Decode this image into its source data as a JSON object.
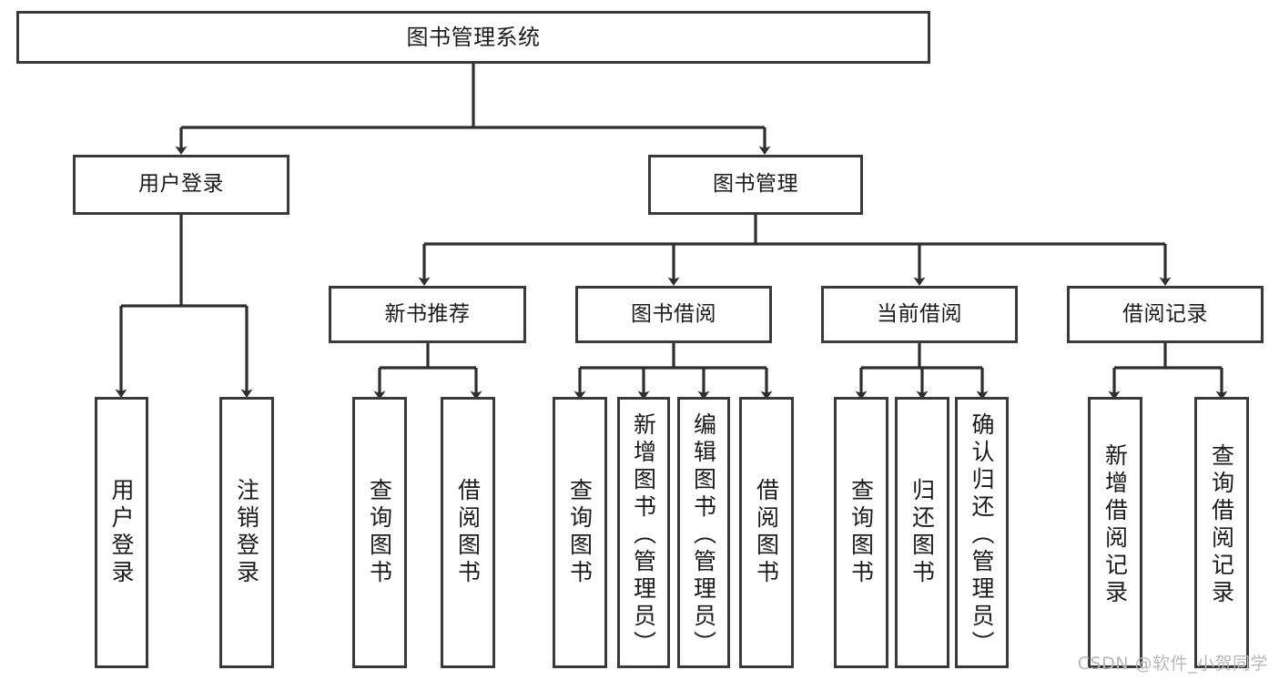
{
  "diagram": {
    "type": "tree-hierarchy",
    "title": "图书管理系统",
    "watermark": "CSDN @软件_小贺同学",
    "colors": {
      "stroke": "#3a3a3a",
      "fill": "#ffffff",
      "text": "#1b1b1b",
      "watermark": "#b8b8b8"
    },
    "levels": {
      "root": {
        "label": "图书管理系统"
      },
      "level2": [
        {
          "label": "用户登录"
        },
        {
          "label": "图书管理"
        }
      ],
      "level3": [
        {
          "label": "新书推荐"
        },
        {
          "label": "图书借阅"
        },
        {
          "label": "当前借阅"
        },
        {
          "label": "借阅记录"
        }
      ]
    },
    "leaves": {
      "user_login": [
        {
          "label": "用户登录"
        },
        {
          "label": "注销登录"
        }
      ],
      "new_book_recommend": [
        {
          "label": "查询图书"
        },
        {
          "label": "借阅图书"
        }
      ],
      "book_borrow": [
        {
          "label": "查询图书"
        },
        {
          "label": "新增图书（管理员）"
        },
        {
          "label": "编辑图书（管理员）"
        },
        {
          "label": "借阅图书"
        }
      ],
      "current_borrow": [
        {
          "label": "查询图书"
        },
        {
          "label": "归还图书"
        },
        {
          "label": "确认归还（管理员）"
        }
      ],
      "borrow_record": [
        {
          "label": "新增借阅记录"
        },
        {
          "label": "查询借阅记录"
        }
      ]
    }
  }
}
